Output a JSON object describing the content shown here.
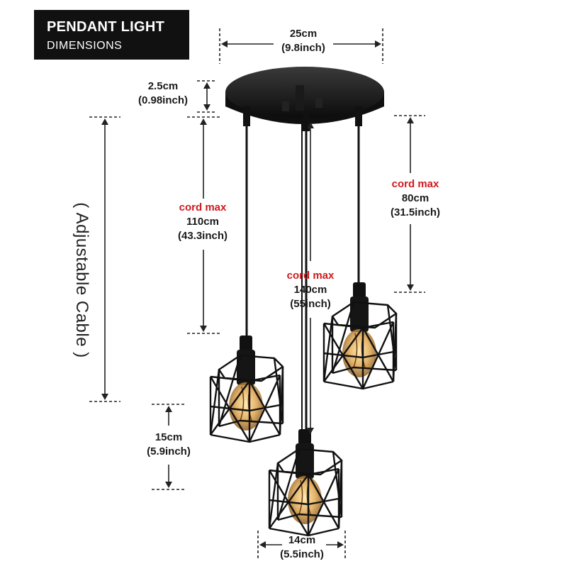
{
  "badge": {
    "title": "PENDANT LIGHT",
    "subtitle": "DIMENSIONS"
  },
  "side_label": "( Adjustable Cable )",
  "dimensions": {
    "canopy_width": {
      "cm": "25cm",
      "inch": "(9.8inch)"
    },
    "canopy_height": {
      "cm": "2.5cm",
      "inch": "(0.98inch)"
    },
    "cord_left": {
      "tag": "cord max",
      "cm": "110cm",
      "inch": "(43.3inch)"
    },
    "cord_center": {
      "tag": "cord max",
      "cm": "140cm",
      "inch": "(55inch)"
    },
    "cord_right": {
      "tag": "cord max",
      "cm": "80cm",
      "inch": "(31.5inch)"
    },
    "shade_height": {
      "cm": "15cm",
      "inch": "(5.9inch)"
    },
    "shade_width": {
      "cm": "14cm",
      "inch": "(5.5inch)"
    }
  },
  "colors": {
    "accent_red": "#d0191e",
    "fixture_black": "#111111",
    "dimension_line": "#222222"
  }
}
